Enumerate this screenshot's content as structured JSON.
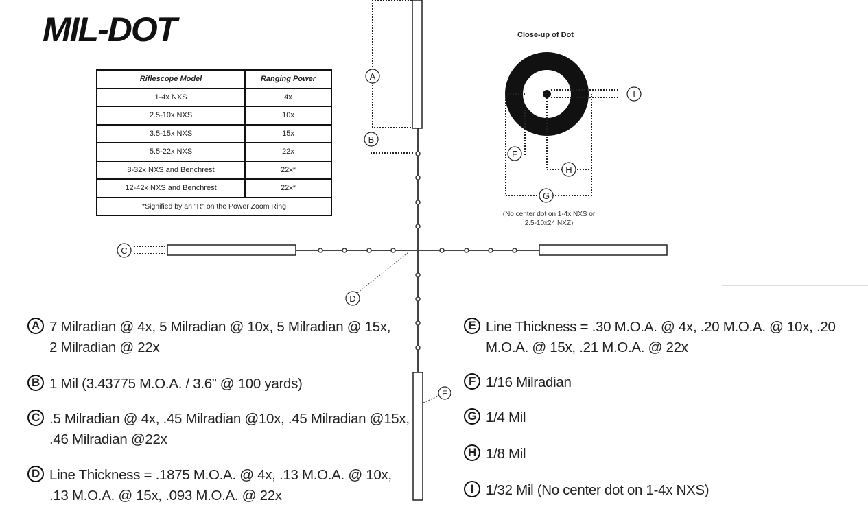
{
  "title": "MIL-DOT",
  "table": {
    "headers": [
      "Riflescope Model",
      "Ranging Power"
    ],
    "rows": [
      [
        "1-4x NXS",
        "4x"
      ],
      [
        "2.5-10x NXS",
        "10x"
      ],
      [
        "3.5-15x NXS",
        "15x"
      ],
      [
        "5.5-22x NXS",
        "22x"
      ],
      [
        "8-32x NXS and Benchrest",
        "22x*"
      ],
      [
        "12-42x NXS and Benchrest",
        "22x*"
      ]
    ],
    "note": "*Signified by an \"R\" on the Power Zoom Ring"
  },
  "closeup": {
    "title": "Close-up of Dot",
    "note_line1": "(No center dot on 1-4x NXS or",
    "note_line2": "2.5-10x24 NXZ)"
  },
  "diagram_labels": {
    "A": "A",
    "B": "B",
    "C": "C",
    "D": "D",
    "E": "E",
    "F": "F",
    "G": "G",
    "H": "H",
    "I": "I"
  },
  "legend": [
    {
      "letter": "A",
      "text": "7 Milradian @ 4x, 5 Milradian @ 10x, 5 Milradian @ 15x, 2 Milradian @ 22x"
    },
    {
      "letter": "B",
      "text": "1 Mil (3.43775 M.O.A. / 3.6” @ 100 yards)"
    },
    {
      "letter": "C",
      "text": ".5 Milradian @ 4x, .45 Milradian @10x, .45 Milradian @15x, .46 Milradian @22x"
    },
    {
      "letter": "D",
      "text": "Line Thickness = .1875 M.O.A. @  4x, .13 M.O.A. @ 10x, .13 M.O.A. @ 15x, .093 M.O.A. @ 22x"
    },
    {
      "letter": "E",
      "text": "Line Thickness = .30 M.O.A. @ 4x, .20 M.O.A. @ 10x, .20 M.O.A. @ 15x, .21 M.O.A. @ 22x"
    },
    {
      "letter": "F",
      "text": "1/16 Milradian"
    },
    {
      "letter": "G",
      "text": "1/4 Mil"
    },
    {
      "letter": "H",
      "text": "1/8 Mil"
    },
    {
      "letter": "I",
      "text": "1/32 Mil (No center dot on 1-4x NXS)"
    }
  ]
}
